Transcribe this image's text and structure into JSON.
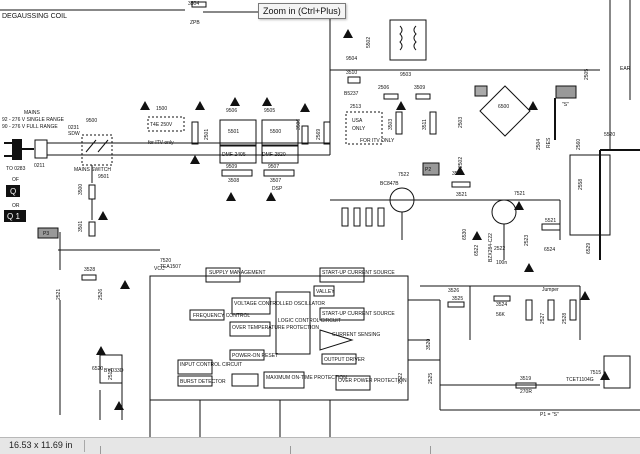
{
  "viewer": {
    "tooltip": "Zoom in (Ctrl+Plus)",
    "status_size": "16.53 x 11.69 in"
  },
  "schematic": {
    "top_left": "DEGAUSSING COIL",
    "mains": [
      "MAINS",
      "92 - 276 V SINGLE RANGE",
      "90 - 276 V FULL RANGE"
    ],
    "plug_labels": [
      "TO 0283",
      "OF",
      "OR"
    ],
    "mains_switch": "MAINS SWITCH",
    "connector_0211": "0211",
    "conn_q": "Q",
    "conn_q1": "Q 1",
    "refs": {
      "r3504": "3504",
      "r3504v": "ZPB",
      "r3510": "3510",
      "b5237": "B5237",
      "r9504": "9504",
      "c9503": "9503",
      "r9500": "9500",
      "sdw": "SDW",
      "c0231": "0231",
      "c1500": "1500",
      "t4e": "T4E 250V",
      "itv": "for ITV only",
      "c2501": "2501",
      "c9506": "9506",
      "c9505": "9505",
      "l5501": "5501",
      "l5500": "5500",
      "dmf2405": "DMF-2405",
      "dmf2820": "DMF-2820",
      "c9509": "9509",
      "c9507": "9507",
      "r3508": "3508",
      "r3507": "3507",
      "dsp": "DSP",
      "r3506": "3506",
      "c2569": "2569",
      "c9501": "9501",
      "r3500": "3500",
      "r3501": "3501",
      "c5502": "5502",
      "c2506": "2506",
      "c3509": "3509",
      "usa": "USA",
      "only": "ONLY",
      "itv2": "FOR ITV ONLY",
      "c2513": "2513",
      "r3503": "3503",
      "r3511": "3511",
      "c2503": "2503",
      "c2502": "2502",
      "d6500": "6500",
      "p1": "P1",
      "s1": "\"S\"",
      "c2504": "2504",
      "res": "RES",
      "c2560": "2560",
      "l5520": "5520",
      "c2505": "2505",
      "ear": "EAR",
      "p2": "P2",
      "t7522": "7522",
      "bc847b": "BC847B",
      "r3532": "3532",
      "r3521": "3521",
      "c2558": "2558",
      "c7521": "7521",
      "l5521": "5521",
      "c2523": "2523",
      "c6530": "6530",
      "c6522": "6522",
      "bzx": "BZX284-C22",
      "c2522": "2522",
      "c2522v": "100n",
      "r3524": "3524",
      "r3524v": "56K",
      "d6524": "6524",
      "jumper": "Jumper",
      "r3525": "3525",
      "r3526": "3526",
      "c2527": "2527",
      "c2528": "2528",
      "c6529": "6529",
      "p3": "P3",
      "r3528": "3528",
      "c2521": "2521",
      "c2526": "2526",
      "d6520": "6520",
      "byd": "BYD33D",
      "c2519": "2519",
      "r3520": "3520",
      "c2525": "2525",
      "r3522": "3522",
      "r3519": "3519",
      "r3519v": "270R",
      "t7515": "7515",
      "tcet": "TCET1104G",
      "ps": "P1 = \"S\"",
      "ic": "7520",
      "ic_name": "TEA1507",
      "vcc": "VCC"
    },
    "ic_blocks": [
      "SUPPLY MANAGEMENT",
      "START-UP CURRENT SOURCE",
      "VALLEY",
      "VOLTAGE CONTROLLED OSCILLATOR",
      "FREQUENCY CONTROL",
      "LOGIC CONTROL CIRCUIT",
      "OVER TEMPERATURE PROTECTION",
      "START-UP CURRENT SOURCE",
      "CURRENT SENSING",
      "POWER-ON RESET",
      "OUTPUT DRIVER",
      "INPUT CONTROL CIRCUIT",
      "BURST DETECTOR",
      "MAXIMUM ON-TIME PROTECTION",
      "OVER POWER PROTECTION"
    ]
  }
}
